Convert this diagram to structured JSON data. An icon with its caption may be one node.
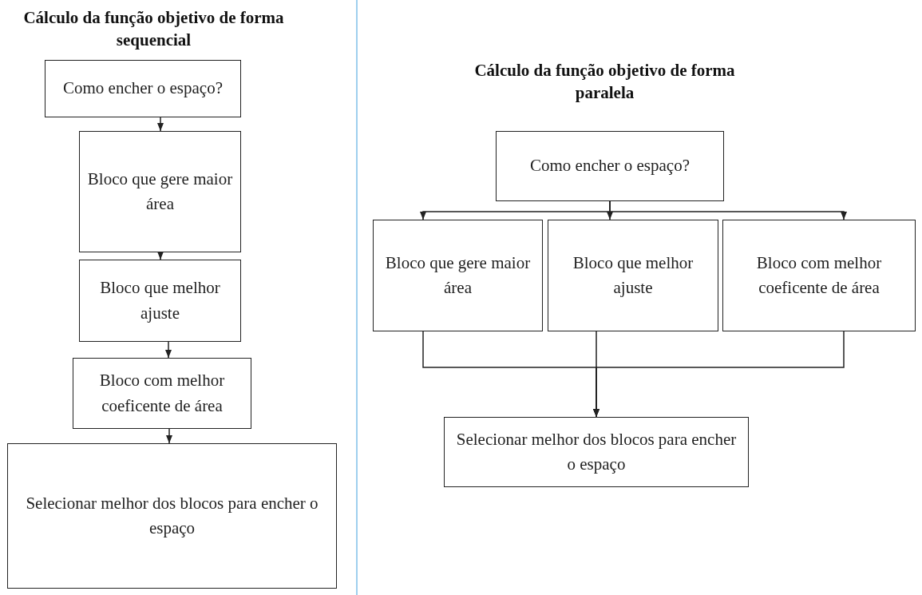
{
  "diagram": {
    "nodes": [
      {
        "text": [
          "Como encher o espaço?"
        ]
      },
      {
        "text": [
          "Bloco que gere maior área"
        ]
      },
      {
        "text": [
          "Bloco que melhor ajuste"
        ]
      },
      {
        "text": [
          "Bloco com melhor coeficente de área"
        ]
      },
      {
        "text": [
          "Selecionar melhor dos blocos para encher o espaço"
        ]
      },
      {
        "text": [
          "Como encher o espaço?"
        ]
      },
      {
        "text": [
          "Bloco que gere maior área"
        ]
      },
      {
        "text": [
          "Bloco que melhor ajuste"
        ]
      },
      {
        "text": [
          "Bloco com melhor coeficente de área"
        ]
      },
      {
        "text": [
          "Selecionar melhor dos blocos para encher o espaço"
        ]
      }
    ],
    "edges": [
      {
        "from": 0,
        "to": 1,
        "arrow": "to"
      },
      {
        "from": 1,
        "to": 2,
        "arrow": "to"
      },
      {
        "from": 2,
        "to": 3,
        "arrow": "to"
      },
      {
        "from": 3,
        "to": 4,
        "arrow": "to"
      },
      {
        "from": 5,
        "to": 6,
        "arrow": "to"
      },
      {
        "from": 5,
        "to": 7,
        "arrow": "to"
      },
      {
        "from": 5,
        "to": 8,
        "arrow": "to"
      },
      {
        "from": 6,
        "to": 9,
        "arrow": "to"
      },
      {
        "from": 7,
        "to": 9,
        "arrow": "to"
      },
      {
        "from": 8,
        "to": 9,
        "arrow": "to"
      }
    ],
    "labels": [
      "Cálculo da função objetivo de forma sequencial",
      "Cálculo da função objetivo de forma paralela"
    ]
  }
}
